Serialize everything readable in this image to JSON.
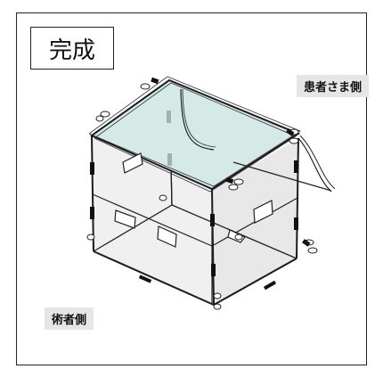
{
  "title": "完成",
  "labels": {
    "patient_side": "患者さま側",
    "operator_side": "術者側"
  },
  "colors": {
    "top_tint": "#d5e9e7",
    "side_tint": "#e2e2e2",
    "line": "#1c1c1c"
  }
}
